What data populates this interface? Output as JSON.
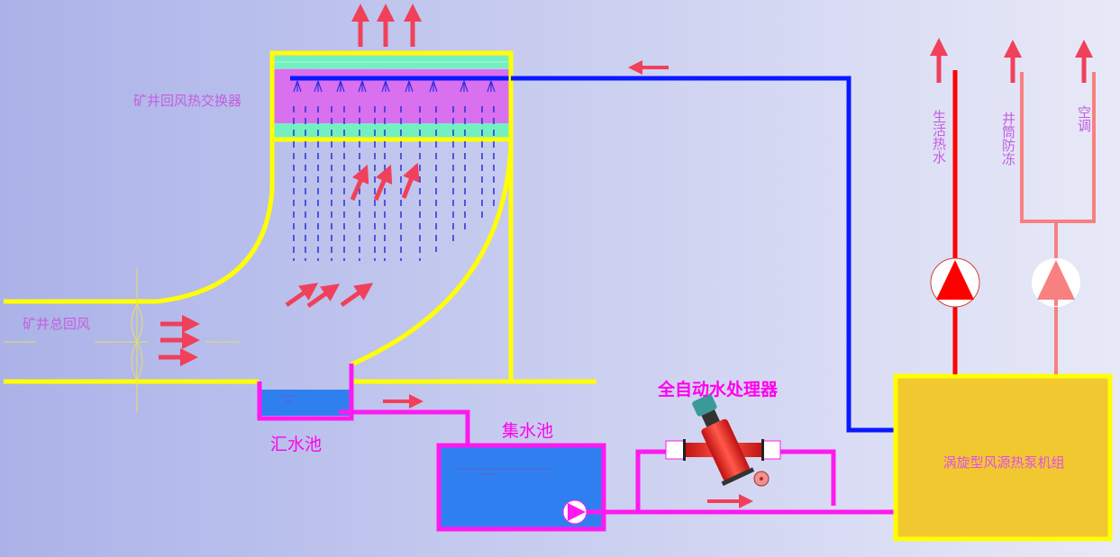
{
  "labels": {
    "exchanger": "矿井回风热交换器",
    "mine_return_air": "矿井总回风",
    "sump": "汇水池",
    "collection_pool": "集水池",
    "water_treatment": "全自动水处理器",
    "heat_pump_unit": "涡旋型风源热泵机组",
    "domestic_hot_water": "生活热水",
    "shaft_antifreeze": "井筒防冻",
    "air_conditioning": "空调"
  },
  "colors": {
    "duct": "#ffff00",
    "cold_pipe": "#0a18ff",
    "water_pipe": "#ff19f0",
    "hot_pipe": "#ff0000",
    "warm_pipe": "#f88080",
    "arrow": "#f0405a",
    "water": "#2f7ff0",
    "unit_fill": "#f2c830"
  }
}
